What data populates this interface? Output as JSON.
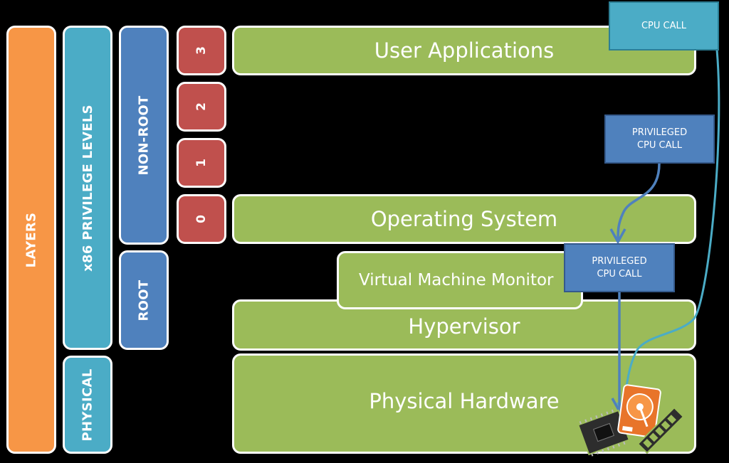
{
  "columns": {
    "layers": "LAYERS",
    "privilege_levels": "x86 PRIVILEGE LEVELS",
    "physical": "PHYSICAL",
    "non_root": "NON-ROOT",
    "root": "ROOT"
  },
  "rings": [
    "3",
    "2",
    "1",
    "0"
  ],
  "layers": {
    "user_applications": "User Applications",
    "operating_system": "Operating System",
    "virtual_machine_monitor": "Virtual Machine Monitor",
    "hypervisor": "Hypervisor",
    "physical_hardware": "Physical Hardware"
  },
  "callouts": {
    "cpu_call": "CPU CALL",
    "privileged_1_line1": "PRIVILEGED",
    "privileged_1_line2": "CPU CALL",
    "privileged_2_line1": "PRIVILEGED",
    "privileged_2_line2": "CPU CALL"
  },
  "colors": {
    "layers": "#f79646",
    "privilege": "#4bacc6",
    "mode": "#4f81bd",
    "ring": "#c0504d",
    "layer": "#9bbb59",
    "arrow_teal": "#4bacc6",
    "arrow_blue": "#4f81bd"
  },
  "icons": [
    "cpu-chip-icon",
    "hard-drive-icon",
    "memory-module-icon"
  ]
}
